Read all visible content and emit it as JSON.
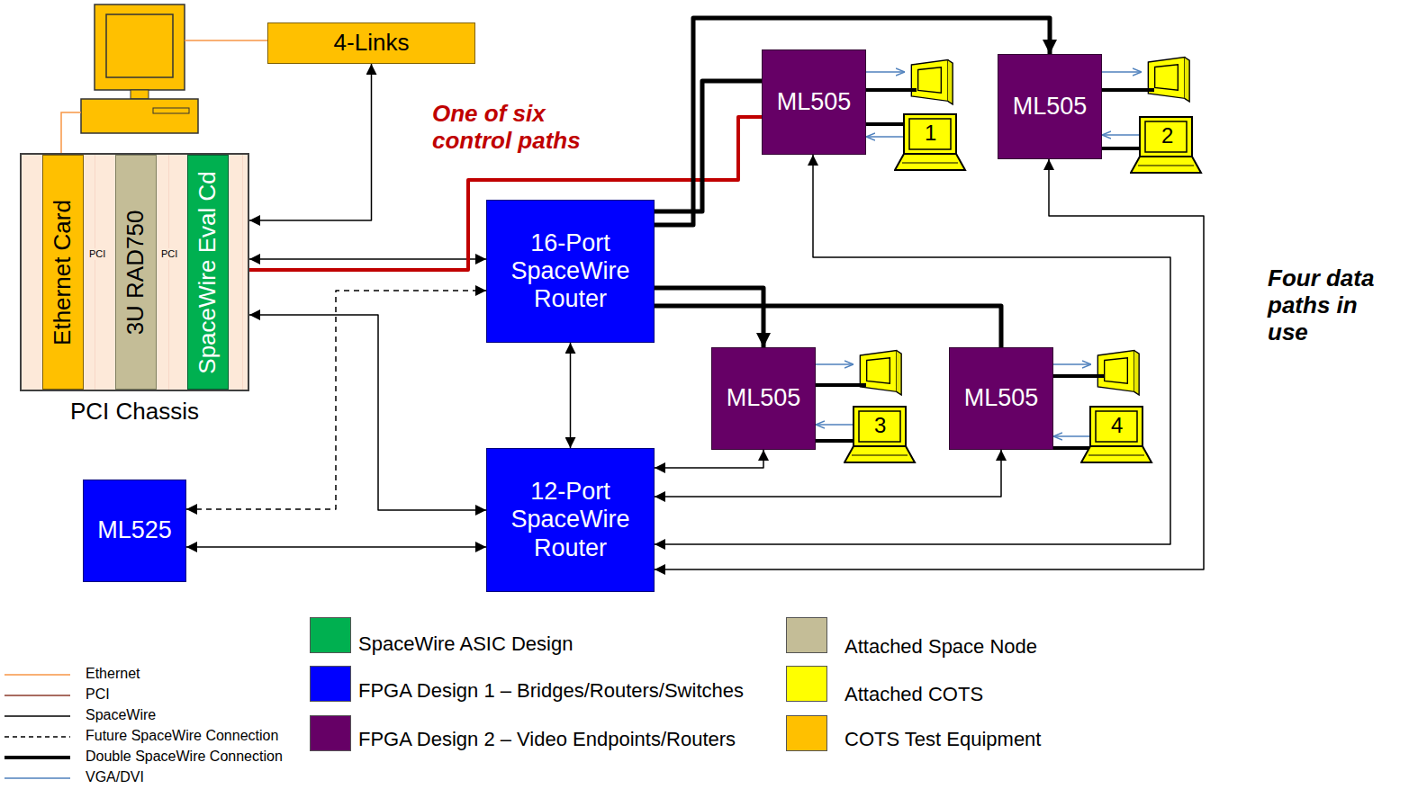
{
  "diagram": {
    "nodes": [
      {
        "text": [
          "PCI Chassis"
        ]
      },
      {
        "text": [
          "Ethernet Card"
        ],
        "in": 0
      },
      {
        "text": [
          "3U RAD750"
        ],
        "in": 0
      },
      {
        "text": [
          "SpaceWire Eval Cd"
        ],
        "in": 0
      },
      {
        "text": [
          "4-Links"
        ]
      },
      {
        "text": [
          "16-Port SpaceWire Router"
        ]
      },
      {
        "text": [
          "ML505"
        ]
      },
      {
        "text": [
          "ML505"
        ]
      },
      {
        "text": [
          "ML505"
        ]
      },
      {
        "text": [
          "ML505"
        ]
      },
      {
        "text": [
          "12-Port SpaceWire Router"
        ]
      },
      {
        "text": [
          "ML525"
        ]
      }
    ],
    "edges": [
      {
        "from": 0,
        "to": 4,
        "arrow": "both"
      },
      {
        "from": 0,
        "to": 5,
        "arrow": "both"
      },
      {
        "from": 0,
        "to": 10,
        "arrow": "both"
      },
      {
        "from": 11,
        "to": 5,
        "arrow": "both"
      },
      {
        "from": 11,
        "to": 10,
        "arrow": "both"
      },
      {
        "from": 5,
        "to": 10,
        "arrow": "both"
      },
      {
        "from": 10,
        "to": 8,
        "arrow": "both"
      },
      {
        "from": 10,
        "to": 9,
        "arrow": "both"
      },
      {
        "from": 10,
        "to": 6,
        "arrow": "both"
      },
      {
        "from": 10,
        "to": 7,
        "arrow": "both"
      },
      {
        "from": 3,
        "to": 6,
        "arrow": "none"
      },
      {
        "from": 5,
        "to": 6,
        "arrow": "none"
      },
      {
        "from": 5,
        "to": 7,
        "arrow": "to"
      },
      {
        "from": 5,
        "to": 8,
        "arrow": "to"
      },
      {
        "from": 5,
        "to": 9,
        "arrow": "none"
      }
    ],
    "labels": [
      "PCI",
      "PCI",
      "One of six control paths",
      "Four data paths in use",
      "1",
      "2",
      "3",
      "4"
    ],
    "legend": [
      {
        "text": "Ethernet"
      },
      {
        "text": "PCI"
      },
      {
        "text": "SpaceWire"
      },
      {
        "text": "Future SpaceWire Connection"
      },
      {
        "text": "Double SpaceWire Connection"
      },
      {
        "text": "VGA/DVI"
      },
      {
        "text": "SpaceWire ASIC Design",
        "color": "#00b050"
      },
      {
        "text": "FPGA Design 1 – Bridges/Routers/Switches",
        "color": "#0000ff"
      },
      {
        "text": "FPGA Design 2 – Video Endpoints/Routers",
        "color": "#660066"
      },
      {
        "text": "Attached Space Node",
        "color": "#c4bd97"
      },
      {
        "text": "Attached COTS",
        "color": "#ffff00"
      },
      {
        "text": "COTS Test Equipment",
        "color": "#ffc000"
      }
    ]
  }
}
